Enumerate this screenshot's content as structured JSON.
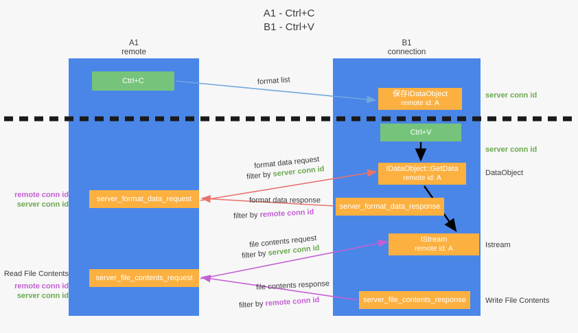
{
  "title": {
    "line1": "A1 - Ctrl+C",
    "line2": "B1 - Ctrl+V"
  },
  "lanes": {
    "a": {
      "name": "A1",
      "sub": "remote"
    },
    "b": {
      "name": "B1",
      "sub": "connection"
    }
  },
  "boxes": {
    "ctrl_c": {
      "label": "Ctrl+C",
      "color": "#76c47c"
    },
    "save_dataobject": {
      "line1": "保存IDataObject",
      "line2": "remote id: A",
      "color": "#fbb040"
    },
    "ctrl_v": {
      "label": "Ctrl+V",
      "color": "#76c47c"
    },
    "getdata": {
      "line1": "IDataObject::GetData",
      "line2": "remote id: A",
      "color": "#fbb040"
    },
    "format_data_request": {
      "label": "server_format_data_request",
      "color": "#fbb040"
    },
    "format_data_response": {
      "label": "server_format_data_response",
      "color": "#fbb040"
    },
    "istream": {
      "line1": "IStream",
      "line2": "remote id: A",
      "color": "#fbb040"
    },
    "file_contents_request": {
      "label": "server_file_contents_request",
      "color": "#fbb040"
    },
    "file_contents_response": {
      "label": "server_file_contents_response",
      "color": "#fbb040"
    }
  },
  "edge_labels": {
    "format_list": "format list",
    "format_data_request": "format data request",
    "format_data_request_filter_prefix": "filter by ",
    "format_data_request_filter_key": "server conn id",
    "format_data_response": "format data response",
    "format_data_response_filter_prefix": "filter by ",
    "format_data_response_filter_key": "remote conn id",
    "file_contents_request": "file contents request",
    "file_contents_request_filter_prefix": "filter by ",
    "file_contents_request_filter_key": "server conn id",
    "file_contents_response": "file contents response",
    "file_contents_response_filter_prefix": "filter by ",
    "file_contents_response_filter_key": "remote conn id"
  },
  "side_labels": {
    "server_conn_id_top": "server conn id",
    "server_conn_id_mid": "server conn id",
    "dataobject": "DataObject",
    "istream": "Istream",
    "write_file_contents": "Write File Contents",
    "read_file_contents": "Read File Contents",
    "remote_conn_id": "remote conn id",
    "server_conn_id": "server conn id"
  },
  "colors": {
    "lane": "#4a86e8",
    "green_box": "#76c47c",
    "orange_box": "#fbb040",
    "green_text": "#6aa84f",
    "magenta_text": "#c45fd4",
    "arrow_blue": "#6fa8dc",
    "arrow_red": "#e8736c",
    "arrow_magenta": "#c45fd4",
    "arrow_black": "#000000",
    "background": "#f7f7f7"
  }
}
